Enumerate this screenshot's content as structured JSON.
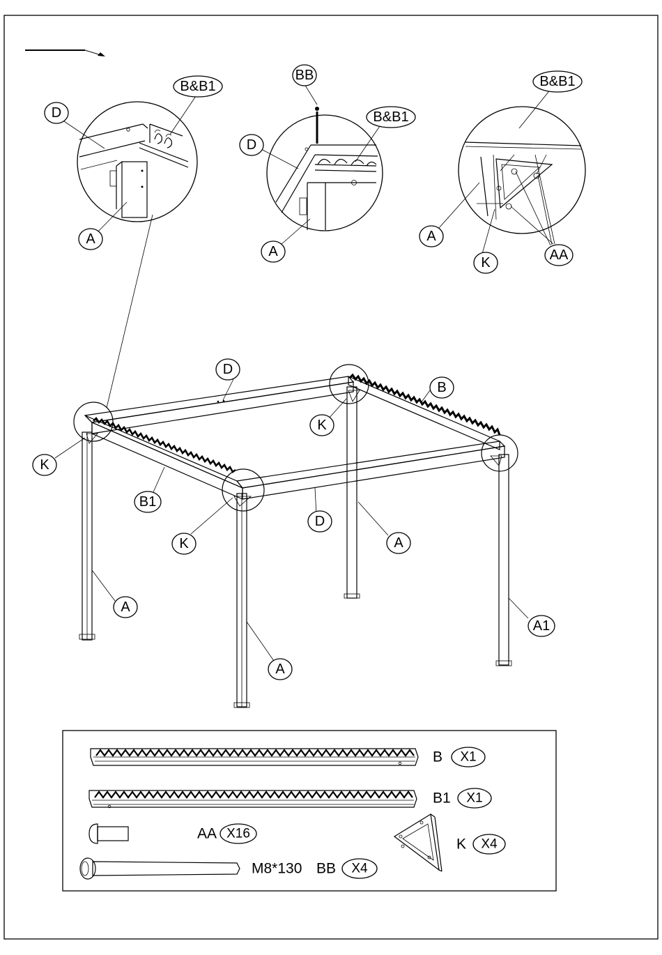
{
  "details": {
    "left": {
      "label_d": "D",
      "label_bb1": "B&B1",
      "label_a": "A"
    },
    "middle": {
      "label_bb": "BB",
      "label_d": "D",
      "label_bb1": "B&B1",
      "label_a": "A"
    },
    "right": {
      "label_bb1": "B&B1",
      "label_a": "A",
      "label_k": "K",
      "label_aa": "AA"
    }
  },
  "main": {
    "label_d_back": "D",
    "label_b": "B",
    "label_k_back": "K",
    "label_k_left": "K",
    "label_b1": "B1",
    "label_k_front": "K",
    "label_d_front": "D",
    "label_a_mid": "A",
    "label_a_left": "A",
    "label_a1": "A1",
    "label_a_front": "A"
  },
  "parts": {
    "b": {
      "name": "B",
      "qty": "X1"
    },
    "b1": {
      "name": "B1",
      "qty": "X1"
    },
    "aa": {
      "name": "AA",
      "qty": "X16"
    },
    "bb": {
      "spec": "M8*130",
      "name": "BB",
      "qty": "X4"
    },
    "k": {
      "name": "K",
      "qty": "X4"
    }
  }
}
